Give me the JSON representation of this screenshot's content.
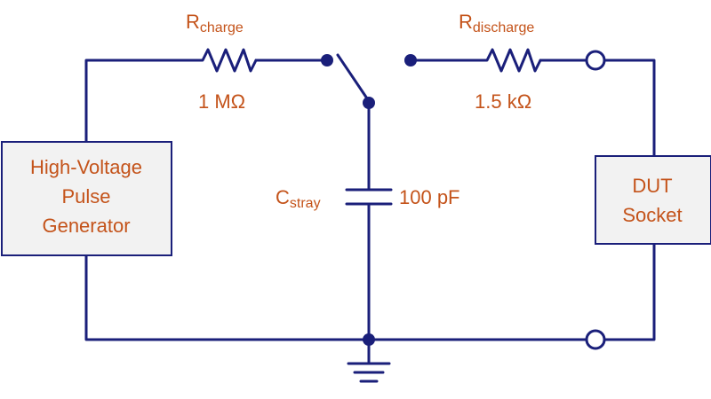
{
  "colors": {
    "wire": "#1a1f7a",
    "label": "#c4531a",
    "box_fill": "#f2f2f2"
  },
  "components": {
    "r_charge": {
      "symbol": "R",
      "subscript": "charge",
      "value": "1 MΩ"
    },
    "r_discharge": {
      "symbol": "R",
      "subscript": "discharge",
      "value": "1.5 kΩ"
    },
    "c_stray": {
      "symbol": "C",
      "subscript": "stray",
      "value": "100 pF"
    }
  },
  "blocks": {
    "generator": {
      "lines": [
        "High-Voltage",
        "Pulse",
        "Generator"
      ]
    },
    "dut_socket": {
      "lines": [
        "DUT",
        "Socket"
      ]
    }
  },
  "icons": [
    "switch-icon",
    "ground-icon",
    "resistor-icon",
    "capacitor-icon"
  ]
}
